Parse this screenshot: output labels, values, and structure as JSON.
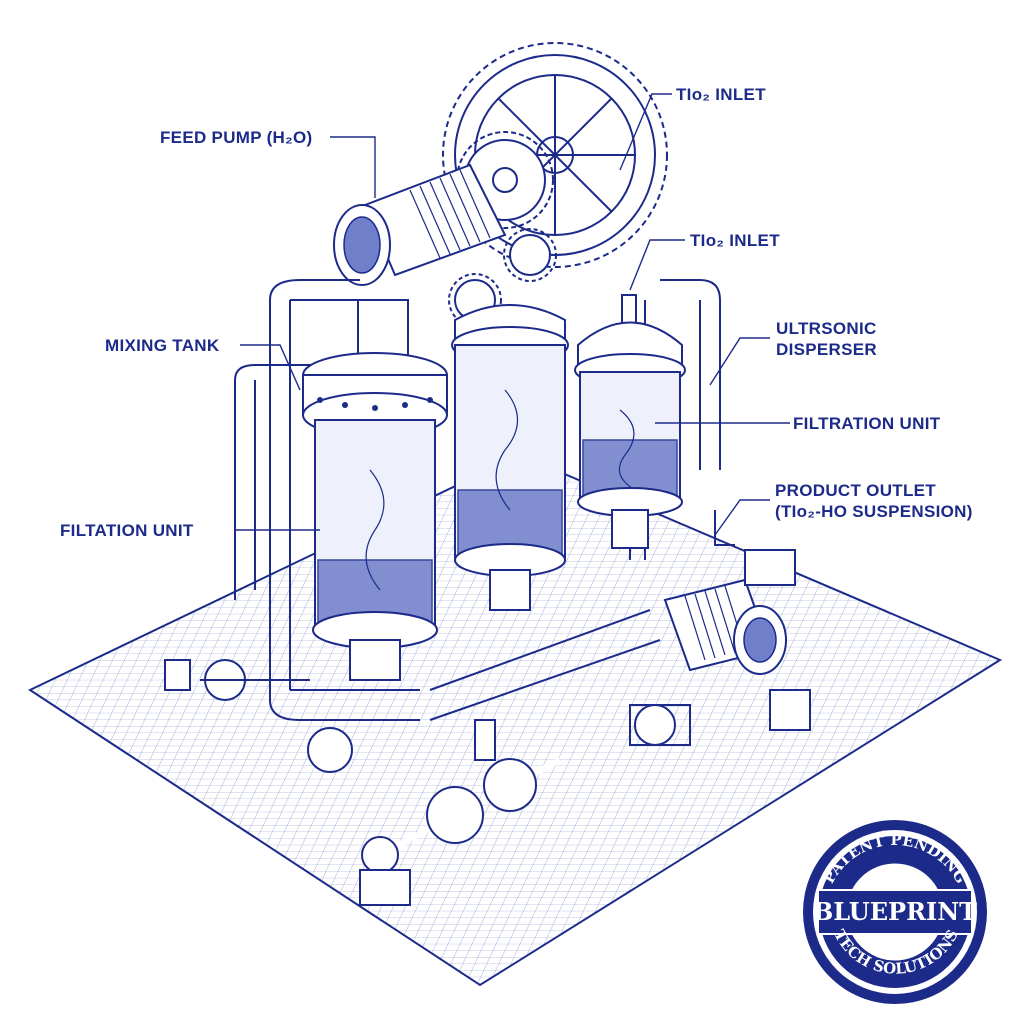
{
  "labels": {
    "feed_pump": "FEED PUMP (H₂O)",
    "tio2_inlet_top": "TIo₂ INLET",
    "tio2_inlet_mid": "TIo₂ INLET",
    "mixing_tank": "MIXING TANK",
    "ultrasonic_line1": "ULTRSONIC",
    "ultrasonic_line2": "DISPERSER",
    "filtration_right": "FILTRATION UNIT",
    "product_outlet_line1": "PRODUCT OUTLET",
    "product_outlet_line2": "(TIo₂-HO SUSPENSION)",
    "filtation_left": "FILTATION UNIT"
  },
  "seal": {
    "top_text": "PATENT PENDING",
    "center_text": "BLUEPRINT",
    "bottom_text": "TECH SOLUTIONS"
  },
  "colors": {
    "ink": "#1c2a8a",
    "background": "#ffffff",
    "liquid": "#6f7fc9",
    "seal": "#1c2a8a"
  }
}
